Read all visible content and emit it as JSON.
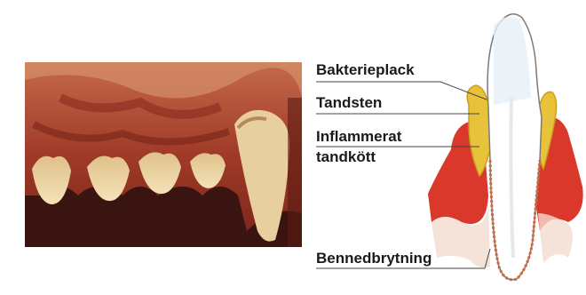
{
  "labels": {
    "plaque": "Bakterieplack",
    "tartar": "Tandsten",
    "gum_line1": "Inflammerat",
    "gum_line2": "tandkött",
    "bone": "Bennedbrytning"
  },
  "colors": {
    "gum": "#d9382a",
    "tartar": "#e8c23a",
    "tooth": "#ffffff",
    "root_outline": "#d46a3c"
  }
}
